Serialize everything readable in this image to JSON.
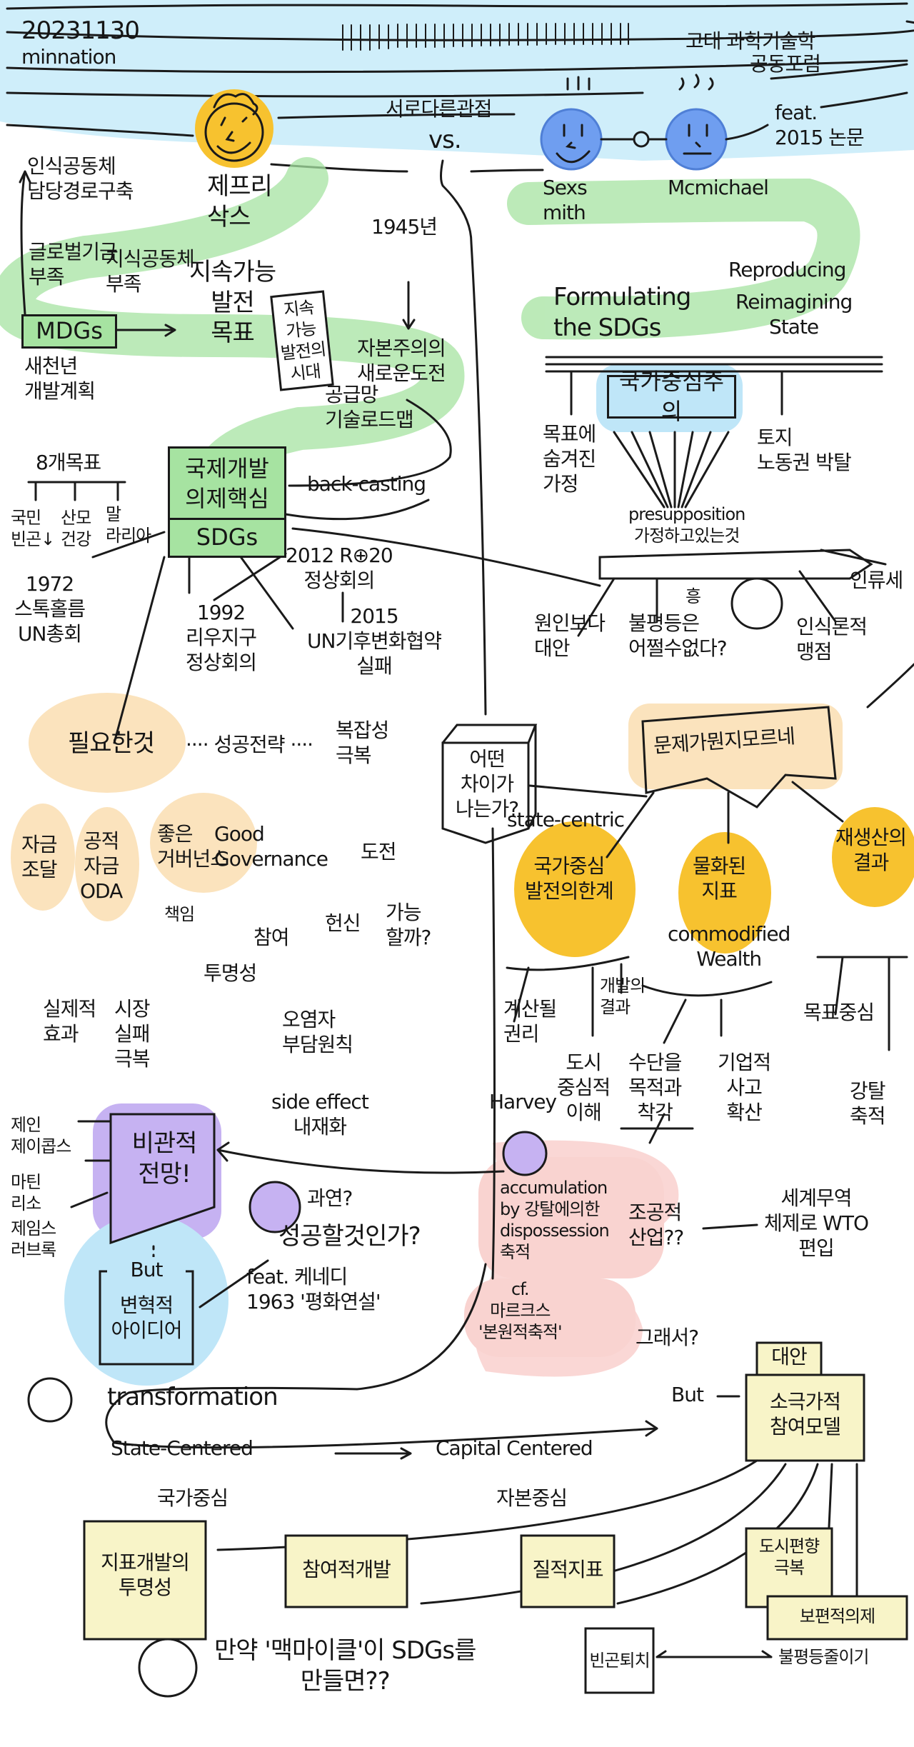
{
  "colors": {
    "sky": "#cfeefa",
    "green": "#a6e3a1",
    "orange": "#fbe3bd",
    "yellow": "#f7c22f",
    "blue": "#6f9ef0",
    "purple": "#c6b2f2",
    "pink": "#f9d3d0",
    "cream": "#f8f4c8",
    "lightblue": "#bfe6f8"
  },
  "header": {
    "date": "20231130",
    "author": "minnation",
    "title_line1": "고대 과학기술학",
    "title_line2": "공동포럼",
    "vs_title": "서로다른관점",
    "vs": "vs.",
    "plus": "⊕",
    "feat": "feat.\n2015 논문"
  },
  "left": {
    "epistemic": "인식공동체\n담당경로구축",
    "global_fund": "글로벌기금\n부족",
    "knowledge": "지식공동체\n부족",
    "sachs": "제프리\n삭스",
    "sdg_goal": "지속가능\n발전\n목표",
    "book": "지속\n가능\n발전의\n시대",
    "y1945": "1945년",
    "capitalism": "자본주의의\n새로운도전",
    "supply": "공급망\n기술로드맵",
    "mdgs": "MDGs",
    "millennium": "새천년\n개발계획",
    "eight": "8개목표",
    "goal_poverty": "국민\n빈곤↓",
    "goal_mother": "산모\n건강",
    "goal_malaria": "말\n라리아",
    "stockholm": "1972\n스톡홀름\nUN총회",
    "core_box": "국제개발\n의제핵심",
    "sdgs": "SDGs",
    "backcasting": "back-casting",
    "rio": "1992\n리우지구\n정상회의",
    "rio20": "2012 R⊕20\n정상회의",
    "climate": "2015\nUN기후변화협약\n실패"
  },
  "right": {
    "sexsmith": "Sexs\nmith",
    "mcmichael": "Mcmichael",
    "formulating": "Formulating\nthe SDGs",
    "reproducing": "Reproducing",
    "reimagining": "Reimagining\nState",
    "state_centrism": "국가중심주의",
    "hidden": "목표에\n숨겨진\n가정",
    "land": "토지\n노동권 박탈",
    "presupposition": "presupposition\n가정하고있는것",
    "anthropocene": "인류세",
    "cause": "원인보다\n대안",
    "inequality": "불평등은\n어쩔수없다?",
    "hmm": "흥",
    "blindspot": "인식론적\n맹점"
  },
  "center": {
    "difference": "어떤\n차이가\n나는가?",
    "problem": "문제가뭔지모르네",
    "state_centric": "state-centric",
    "limit": "국가중심\n발전의한계",
    "reified": "물화된\n지표",
    "commodified": "commodified\nWealth",
    "reproduction": "재생산의\n결과",
    "countable": "계산될\n권리",
    "dev_result": "개발의\n결과",
    "goal_centric": "목표중심",
    "urban": "도시\n중심적\n이해",
    "means": "수단을\n목적과\n착각",
    "corporate": "기업적\n사고\n확산",
    "plunder": "강탈\n축적",
    "harvey": "Harvey",
    "accumulation": "accumulation\nby 강탈에의한\ndispossession\n축적",
    "tribute": "조공적\n산업??",
    "wto": "세계무역\n체제로 WTO\n편입",
    "marx": "cf.\n마르크스\n'본원적축적'",
    "so": "그래서?"
  },
  "lower_left": {
    "needed": "필요한것",
    "strategy": "···· 성공전략 ····",
    "complexity": "복잡성\n극복",
    "funding": "자금\n조달",
    "public": "공적\n자금\nODA",
    "governance_ko": "좋은\n거버넌스",
    "governance_en": "Good\nGovernance",
    "challenge": "도전",
    "possible": "가능\n할까?",
    "responsibility": "책임",
    "transparency": "투명성",
    "participation": "참여",
    "commitment": "헌신",
    "effect": "실제적\n효과",
    "market": "시장\n실패\n극복",
    "polluter": "오염자\n부담원칙",
    "side_effect": "side effect\n내재화",
    "jacobs": "제인\n제이콥스",
    "martin": "마틴\n리소",
    "lovelock": "제임스\n러브록",
    "pessimistic": "비관적\n전망!",
    "but": "But",
    "transformative": "변혁적\n아이디어",
    "really": "과연?",
    "succeed": "성공할것인가?",
    "kennedy": "feat. 케네디\n1963 '평화연설'"
  },
  "bottom": {
    "transformation": "transformation",
    "but": "But",
    "state_centered": "State-Centered",
    "capital_centered": "Capital Centered",
    "state_ko": "국가중심",
    "capital_ko": "자본중심",
    "alternative": "대안",
    "model": "소극가적\n참여모델",
    "indicator": "지표개발의\n투명성",
    "participatory": "참여적개발",
    "qualitative": "질적지표",
    "urban_bias": "도시편향\n극복",
    "universal": "보편적의제",
    "reduce": "불평등줄이기",
    "poverty": "빈곤퇴치",
    "question": "만약 '맥마이클'이 SDGs를\n만들면??"
  }
}
